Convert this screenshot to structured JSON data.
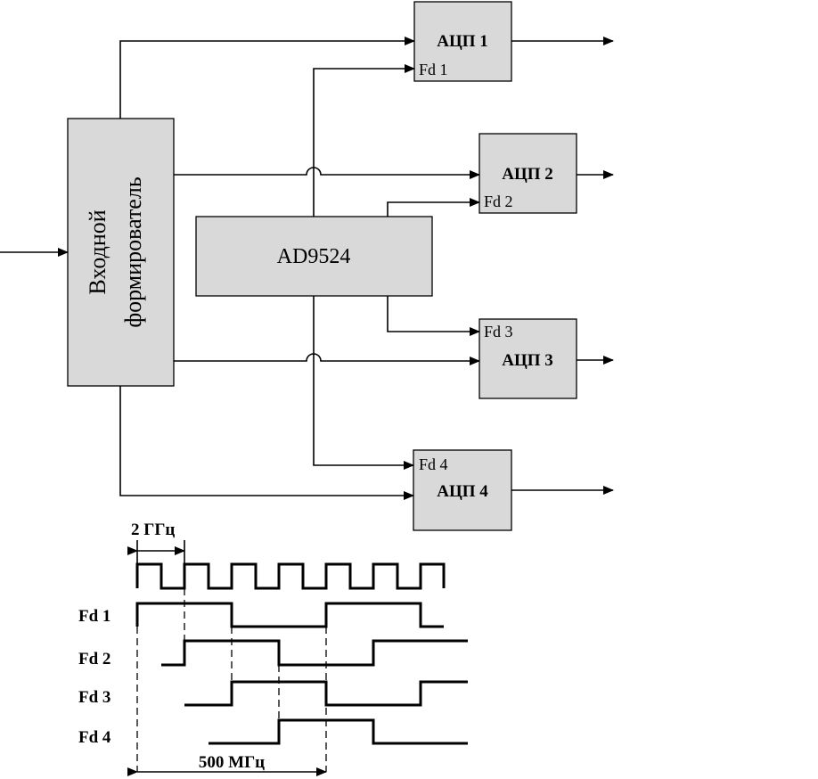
{
  "blocks": {
    "input_former": {
      "line1": "Входной",
      "line2": "формирователь"
    },
    "clock_chip": "AD9524",
    "adcs": [
      {
        "label": "АЦП 1",
        "clock": "Fd 1"
      },
      {
        "label": "АЦП 2",
        "clock": "Fd 2"
      },
      {
        "label": "АЦП 3",
        "clock": "Fd 3"
      },
      {
        "label": "АЦП 4",
        "clock": "Fd 4"
      }
    ]
  },
  "timing": {
    "period_label": "2 ГГц",
    "span_label": "500 МГц",
    "signals": [
      "Fd 1",
      "Fd 2",
      "Fd 3",
      "Fd 4"
    ]
  }
}
